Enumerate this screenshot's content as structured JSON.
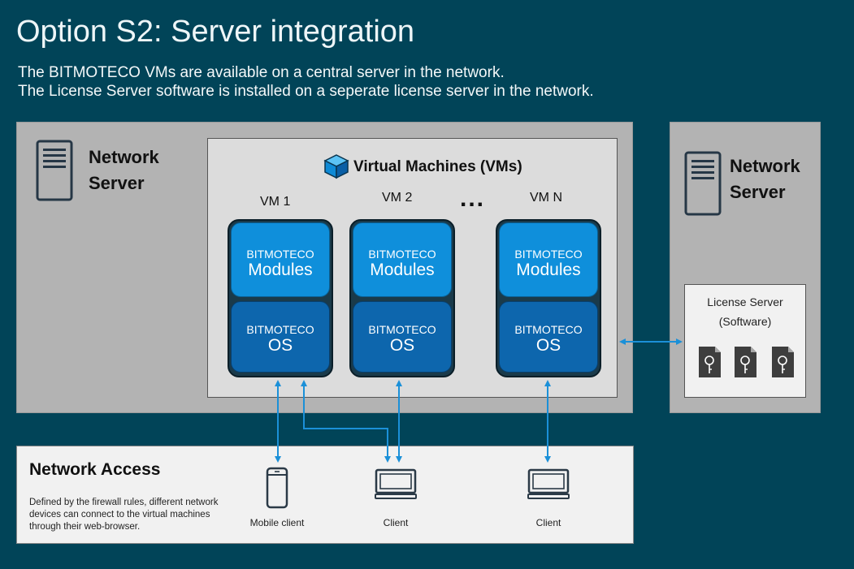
{
  "header": {
    "title": "Option S2: Server integration",
    "line1": "The BITMOTECO VMs are available on a central server in the network.",
    "line2": "The License Server software is installed on a seperate license server in the network."
  },
  "network_server_left": {
    "title_line1": "Network",
    "title_line2": "Server"
  },
  "network_server_right": {
    "title_line1": "Network",
    "title_line2": "Server"
  },
  "vms": {
    "title": "Virtual Machines (VMs)",
    "ellipsis": "...",
    "items": [
      {
        "label": "VM 1",
        "modules_small": "BITMOTECO",
        "modules_big": "Modules",
        "os_small": "BITMOTECO",
        "os_big": "OS"
      },
      {
        "label": "VM 2",
        "modules_small": "BITMOTECO",
        "modules_big": "Modules",
        "os_small": "BITMOTECO",
        "os_big": "OS"
      },
      {
        "label": "VM N",
        "modules_small": "BITMOTECO",
        "modules_big": "Modules",
        "os_small": "BITMOTECO",
        "os_big": "OS"
      }
    ]
  },
  "license_server": {
    "line1": "License Server",
    "line2": "(Software)"
  },
  "network_access": {
    "title": "Network Access",
    "description": "Defined by the firewall rules, different network devices can connect to the virtual machines through their web-browser.",
    "devices": [
      {
        "label": "Mobile client"
      },
      {
        "label": "Client"
      },
      {
        "label": "Client"
      }
    ]
  },
  "colors": {
    "background": "#014458",
    "server_panel": "#b3b3b3",
    "modules_blue": "#0f8fdb",
    "os_blue": "#0d66ad",
    "arrow_blue": "#1b90d8"
  }
}
